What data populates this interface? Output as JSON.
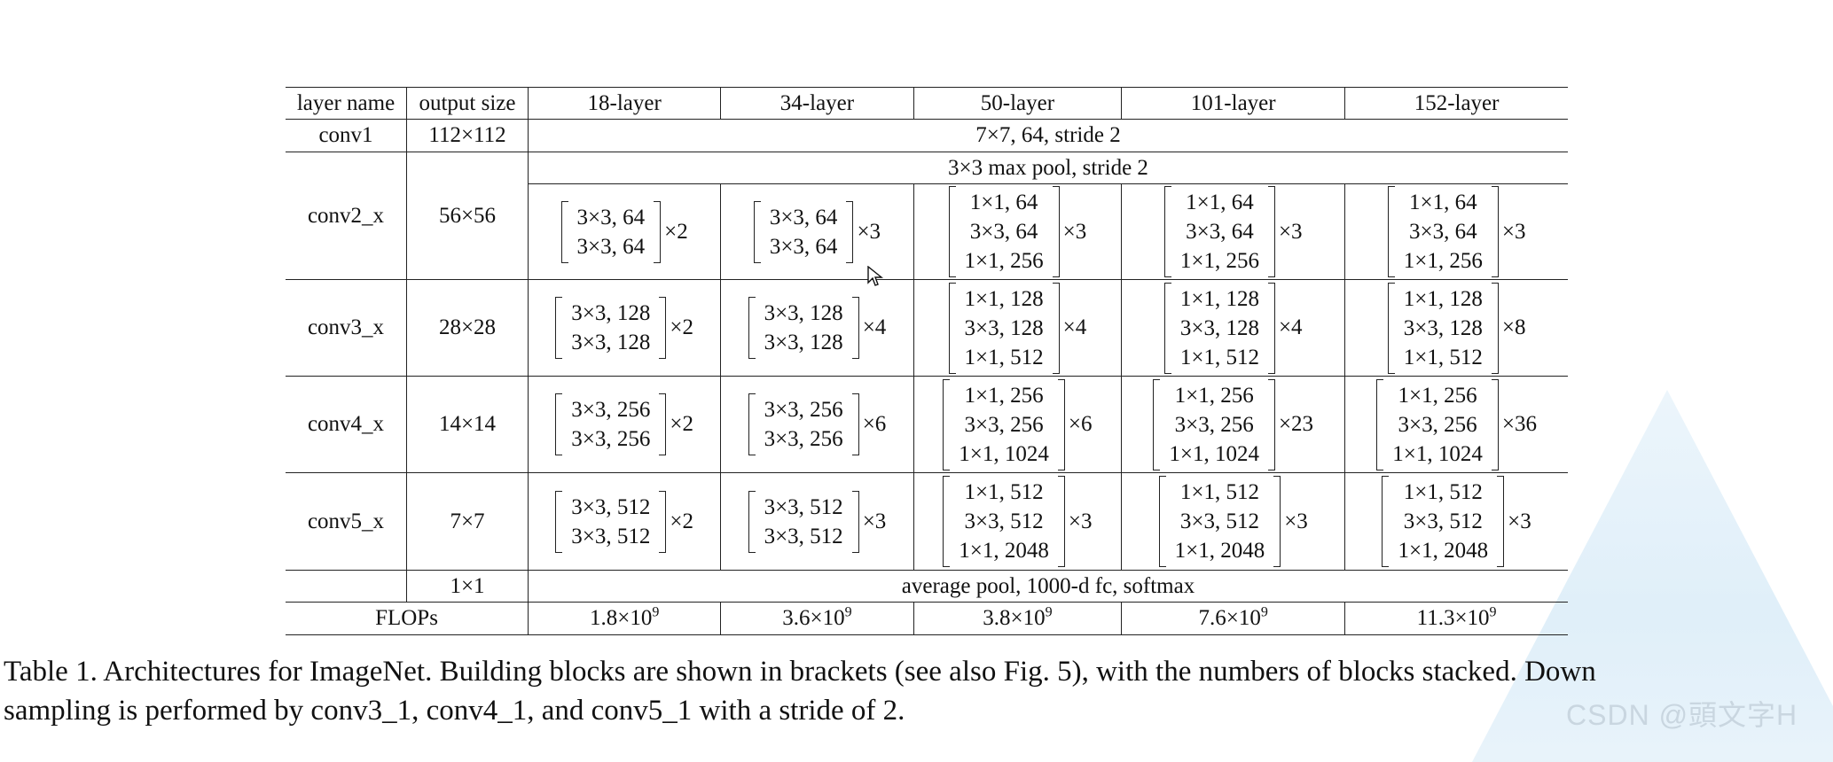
{
  "table": {
    "headers": [
      "layer name",
      "output size",
      "18-layer",
      "34-layer",
      "50-layer",
      "101-layer",
      "152-layer"
    ],
    "conv1": {
      "name": "conv1",
      "out": "112×112",
      "spec": "7×7, 64, stride 2"
    },
    "conv2": {
      "name": "conv2_x",
      "out": "56×56",
      "pool": "3×3 max pool, stride 2",
      "cells": [
        {
          "lines": [
            "3×3, 64",
            "3×3, 64"
          ],
          "rep": "×2"
        },
        {
          "lines": [
            "3×3, 64",
            "3×3, 64"
          ],
          "rep": "×3"
        },
        {
          "lines": [
            "1×1, 64",
            "3×3, 64",
            "1×1, 256"
          ],
          "rep": "×3"
        },
        {
          "lines": [
            "1×1, 64",
            "3×3, 64",
            "1×1, 256"
          ],
          "rep": "×3"
        },
        {
          "lines": [
            "1×1, 64",
            "3×3, 64",
            "1×1, 256"
          ],
          "rep": "×3"
        }
      ]
    },
    "conv3": {
      "name": "conv3_x",
      "out": "28×28",
      "cells": [
        {
          "lines": [
            "3×3, 128",
            "3×3, 128"
          ],
          "rep": "×2"
        },
        {
          "lines": [
            "3×3, 128",
            "3×3, 128"
          ],
          "rep": "×4"
        },
        {
          "lines": [
            "1×1, 128",
            "3×3, 128",
            "1×1, 512"
          ],
          "rep": "×4"
        },
        {
          "lines": [
            "1×1, 128",
            "3×3, 128",
            "1×1, 512"
          ],
          "rep": "×4"
        },
        {
          "lines": [
            "1×1, 128",
            "3×3, 128",
            "1×1, 512"
          ],
          "rep": "×8"
        }
      ]
    },
    "conv4": {
      "name": "conv4_x",
      "out": "14×14",
      "cells": [
        {
          "lines": [
            "3×3, 256",
            "3×3, 256"
          ],
          "rep": "×2"
        },
        {
          "lines": [
            "3×3, 256",
            "3×3, 256"
          ],
          "rep": "×6"
        },
        {
          "lines": [
            "1×1, 256",
            "3×3, 256",
            "1×1, 1024"
          ],
          "rep": "×6"
        },
        {
          "lines": [
            "1×1, 256",
            "3×3, 256",
            "1×1, 1024"
          ],
          "rep": "×23"
        },
        {
          "lines": [
            "1×1, 256",
            "3×3, 256",
            "1×1, 1024"
          ],
          "rep": "×36"
        }
      ]
    },
    "conv5": {
      "name": "conv5_x",
      "out": "7×7",
      "cells": [
        {
          "lines": [
            "3×3, 512",
            "3×3, 512"
          ],
          "rep": "×2"
        },
        {
          "lines": [
            "3×3, 512",
            "3×3, 512"
          ],
          "rep": "×3"
        },
        {
          "lines": [
            "1×1, 512",
            "3×3, 512",
            "1×1, 2048"
          ],
          "rep": "×3"
        },
        {
          "lines": [
            "1×1, 512",
            "3×3, 512",
            "1×1, 2048"
          ],
          "rep": "×3"
        },
        {
          "lines": [
            "1×1, 512",
            "3×3, 512",
            "1×1, 2048"
          ],
          "rep": "×3"
        }
      ]
    },
    "final": {
      "out": "1×1",
      "spec": "average pool, 1000-d fc, softmax"
    },
    "flops": {
      "label": "FLOPs",
      "values": [
        {
          "mant": "1.8×10",
          "exp": "9"
        },
        {
          "mant": "3.6×10",
          "exp": "9"
        },
        {
          "mant": "3.8×10",
          "exp": "9"
        },
        {
          "mant": "7.6×10",
          "exp": "9"
        },
        {
          "mant": "11.3×10",
          "exp": "9"
        }
      ]
    }
  },
  "caption": {
    "line1": "Table 1. Architectures for ImageNet. Building blocks are shown in brackets (see also Fig. 5), with the numbers of blocks stacked. Down",
    "line2": "sampling is performed by conv3_1, conv4_1, and conv5_1 with a stride of 2."
  },
  "watermark": {
    "text": "CSDN @頭文字H"
  },
  "colors": {
    "watermark_fill": "#dcedf8",
    "watermark_text": "#c9d6e0"
  }
}
